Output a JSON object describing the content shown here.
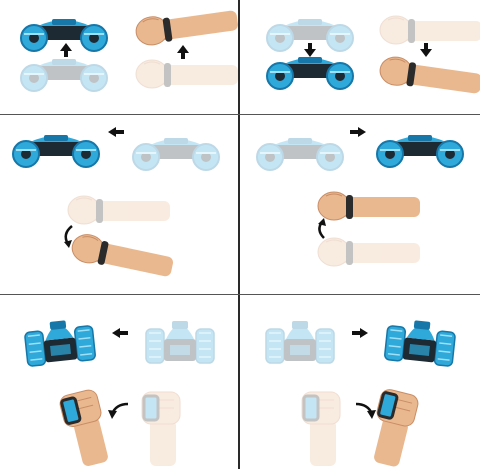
{
  "colors": {
    "car_blue": "#2fa8da",
    "car_blue_dark": "#1677a8",
    "car_body_dark": "#1d2a33",
    "skin": "#e9b88f",
    "skin_shadow": "#c98d66",
    "strap": "#2b2b2b",
    "faded_opacity": "0.28",
    "divider": "#2a2a2a"
  },
  "panels": [
    {
      "name": "panel-raise-wrist",
      "icon": "arrow-up-icon"
    },
    {
      "name": "panel-lower-wrist",
      "icon": "arrow-down-icon"
    },
    {
      "name": "panel-twist-left",
      "icon": "arrow-left-icon"
    },
    {
      "name": "panel-twist-right",
      "icon": "arrow-right-icon"
    },
    {
      "name": "panel-tilt-left",
      "icon": "arrow-left-icon"
    },
    {
      "name": "panel-tilt-right",
      "icon": "arrow-right-icon"
    }
  ]
}
